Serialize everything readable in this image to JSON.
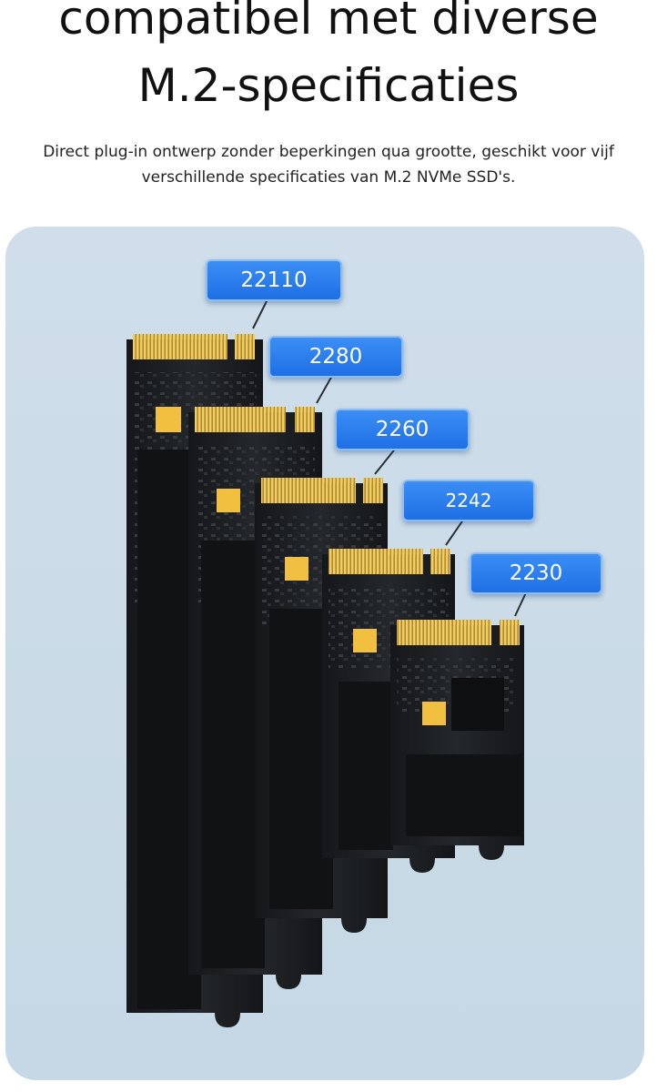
{
  "heading": {
    "line1": "compatibel met diverse",
    "line2": "M.2-specificaties"
  },
  "description": {
    "line1": "Direct plug-in ontwerp zonder beperkingen qua grootte, geschikt voor vijf",
    "line2": "verschillende specificaties van M.2 NVMe SSD's."
  },
  "sizes": [
    {
      "name": "22110"
    },
    {
      "name": "2280"
    },
    {
      "name": "2260"
    },
    {
      "name": "2242"
    },
    {
      "name": "2230"
    }
  ],
  "colors": {
    "panel": "#cbdce8",
    "label": "#2a7ef0",
    "pcb": "#1a1c1f",
    "gold": "#e8c35a"
  }
}
